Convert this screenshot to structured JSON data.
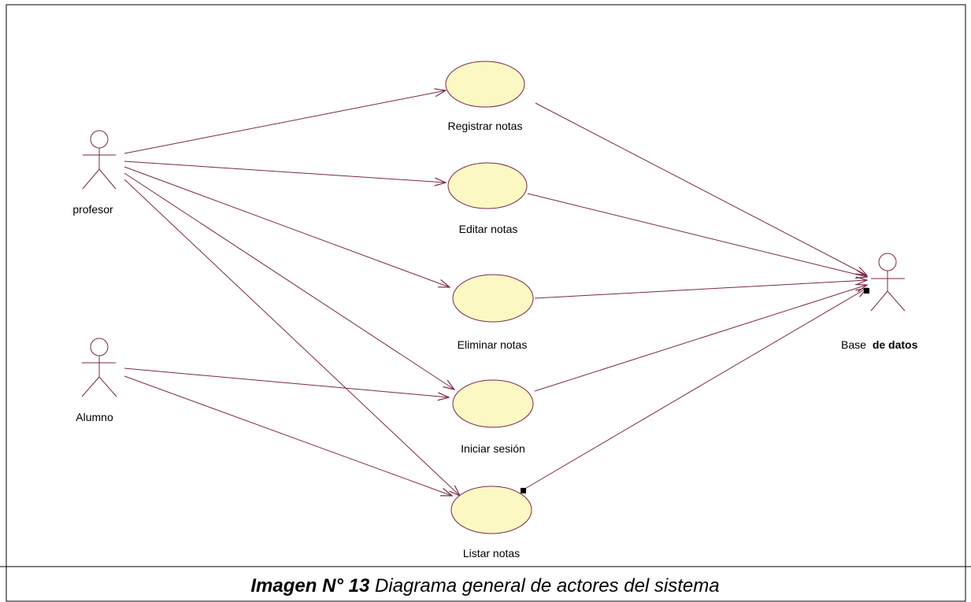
{
  "diagram": {
    "actors": {
      "profesor": "profesor",
      "alumno": "Alumno",
      "base_prefix": "Base",
      "base_suffix": "de datos"
    },
    "use_cases": {
      "registrar": "Registrar notas",
      "editar": "Editar notas",
      "eliminar": "Eliminar notas",
      "iniciar": "Iniciar sesión",
      "listar": "Listar notas"
    },
    "colors": {
      "line": "#7a2848",
      "ellipse_fill": "#fbf8c4",
      "ellipse_stroke": "#7a2848",
      "actor_stroke": "#7a2848",
      "frame": "#000000"
    }
  },
  "caption": {
    "prefix": "Imagen N° 13",
    "text": " Diagrama general de actores del sistema"
  }
}
